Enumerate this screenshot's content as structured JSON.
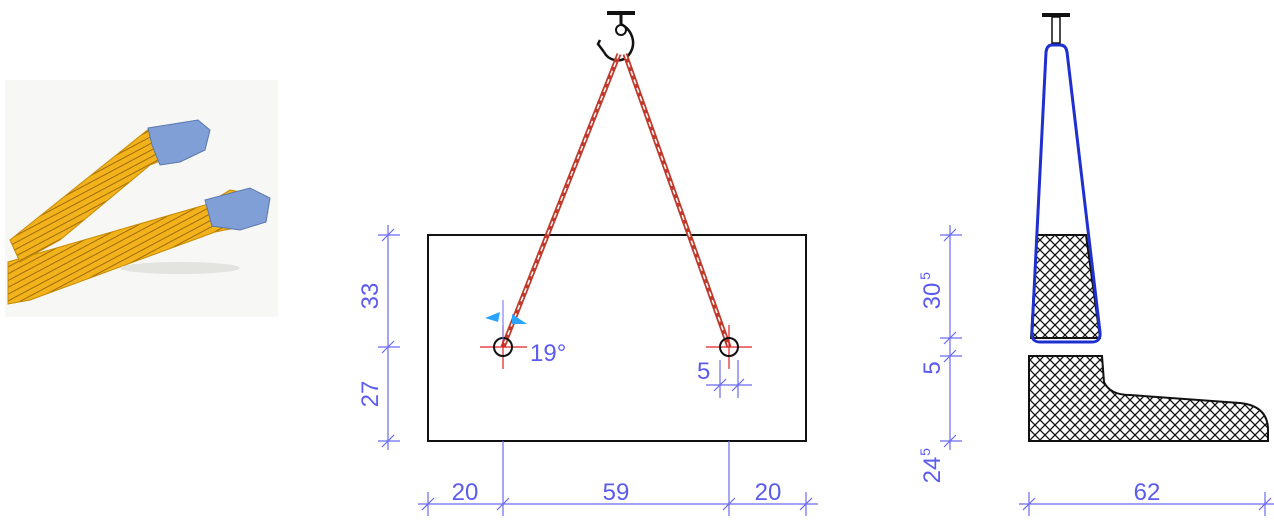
{
  "colors": {
    "dimension": "#5b5bf0",
    "outline": "#111111",
    "sling_red": "#c0392b",
    "sling_blue_side": "#1f2fd0",
    "crosshair": "#e02020",
    "angle_marker": "#2aa4ff",
    "strap_yellow": "#f2b21b",
    "strap_loop_blue": "#7f9fd6"
  },
  "photo": {
    "icon": "sling-strap-photo"
  },
  "front_view": {
    "dims": {
      "left_upper": "33",
      "left_lower": "27",
      "angle": "19°",
      "hole_dia": "5",
      "bottom_left": "20",
      "bottom_mid": "59",
      "bottom_right": "20"
    }
  },
  "side_view": {
    "dims": {
      "upper_base": "30",
      "upper_sup": "5",
      "middle": "5",
      "lower_base": "24",
      "lower_sup": "5",
      "width": "62"
    }
  }
}
